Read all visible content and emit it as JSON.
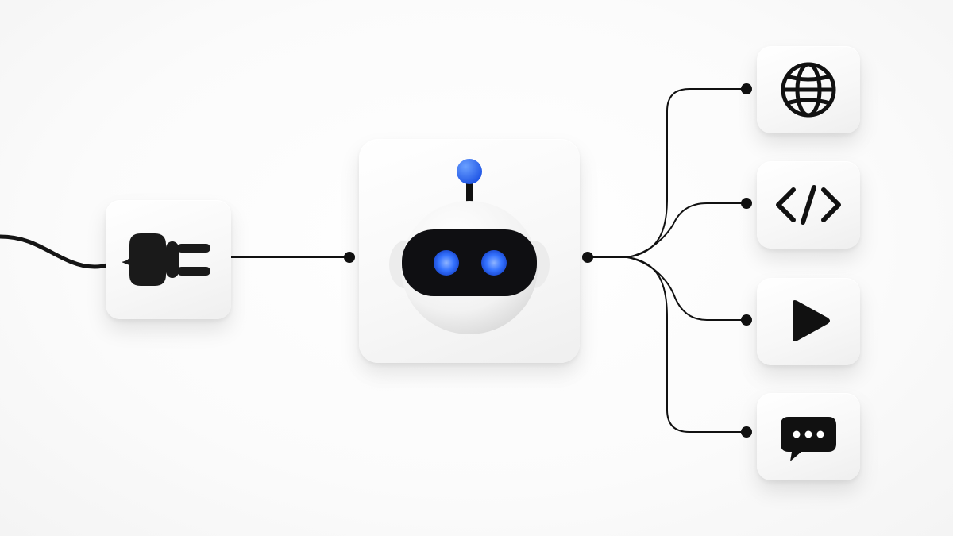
{
  "diagram": {
    "nodes": [
      {
        "id": "power",
        "icon": "plug-icon"
      },
      {
        "id": "agent",
        "icon": "robot-icon"
      },
      {
        "id": "web",
        "icon": "globe-icon"
      },
      {
        "id": "code",
        "icon": "code-icon"
      },
      {
        "id": "media",
        "icon": "play-icon"
      },
      {
        "id": "chat",
        "icon": "chat-bubble-icon"
      }
    ],
    "edges": [
      {
        "from": "power",
        "to": "agent"
      },
      {
        "from": "agent",
        "to": "web"
      },
      {
        "from": "agent",
        "to": "code"
      },
      {
        "from": "agent",
        "to": "media"
      },
      {
        "from": "agent",
        "to": "chat"
      }
    ]
  },
  "colors": {
    "accent": "#2f6fff",
    "ink": "#111111",
    "tile": "#f7f7f7",
    "background": "#ffffff"
  }
}
